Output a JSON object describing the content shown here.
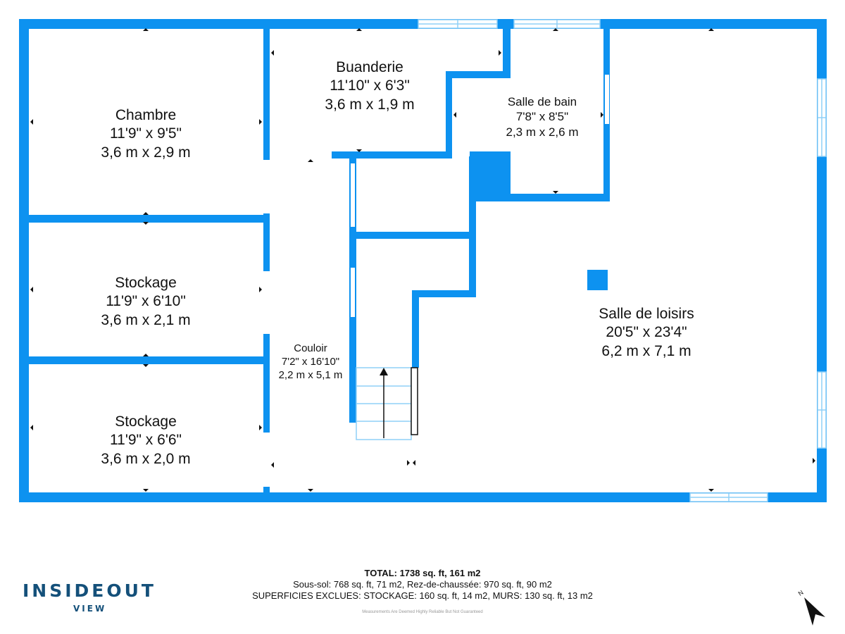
{
  "colors": {
    "wall": "#0d92f0",
    "window": "#8fd0f7",
    "text": "#111111",
    "logo": "#14507a"
  },
  "rooms": {
    "chambre": {
      "name": "Chambre",
      "imperial": "11'9\" x 9'5\"",
      "metric": "3,6 m x 2,9 m"
    },
    "buanderie": {
      "name": "Buanderie",
      "imperial": "11'10\" x 6'3\"",
      "metric": "3,6 m x 1,9 m"
    },
    "salle_bain": {
      "name": "Salle de bain",
      "imperial": "7'8\" x 8'5\"",
      "metric": "2,3 m x 2,6 m"
    },
    "stockage1": {
      "name": "Stockage",
      "imperial": "11'9\" x 6'10\"",
      "metric": "3,6 m x 2,1 m"
    },
    "stockage2": {
      "name": "Stockage",
      "imperial": "11'9\" x 6'6\"",
      "metric": "3,6 m x 2,0 m"
    },
    "couloir": {
      "name": "Couloir",
      "imperial": "7'2\" x 16'10\"",
      "metric": "2,2 m x 5,1 m"
    },
    "loisirs": {
      "name": "Salle de loisirs",
      "imperial": "20'5\" x 23'4\"",
      "metric": "6,2 m x 7,1 m"
    }
  },
  "footer": {
    "total": "TOTAL: 1738 sq. ft, 161 m2",
    "line1": "Sous-sol: 768 sq. ft, 71 m2, Rez-de-chaussée: 970 sq. ft, 90 m2",
    "line2": "SUPERFICIES EXCLUES: STOCKAGE: 160 sq. ft, 14 m2, MURS: 130 sq. ft, 13 m2",
    "disclaimer": "Measurements Are Deemed Highly Reliable But Not Guaranteed"
  },
  "logo": {
    "word": "INSIDEOUT",
    "sub": "VIEW"
  },
  "compass": {
    "label": "N",
    "icon": "north-arrow-icon"
  }
}
